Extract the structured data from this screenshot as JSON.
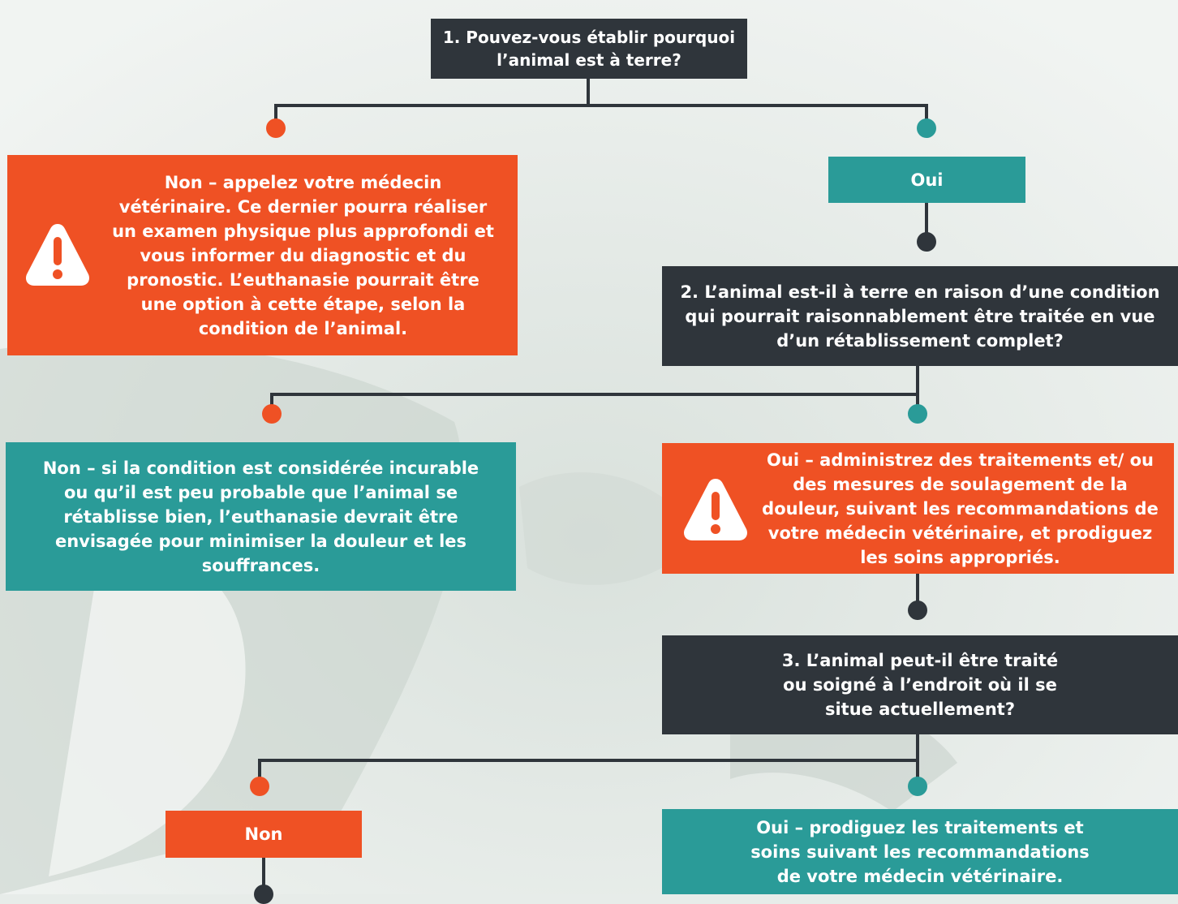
{
  "colors": {
    "dark": "#2f353b",
    "orange": "#ef5124",
    "teal": "#2a9b98",
    "background": "#e7ece9"
  },
  "nodes": {
    "q1": "1. Pouvez-vous établir pourquoi l’animal est à terre?",
    "q1_non": "Non – appelez votre médecin vétérinaire. Ce dernier pourra réaliser un examen physique plus approfondi et vous informer du diagnostic et du pronostic. L’euthanasie pourrait être une option à cette étape, selon la condition de l’animal.",
    "q1_oui": "Oui",
    "q2": "2. L’animal est-il à terre en raison d’une condition qui pourrait raisonnablement être traitée en vue d’un rétablissement complet?",
    "q2_non": "Non – si la condition est considérée incurable ou qu’il est peu probable que l’animal se rétablisse bien, l’euthanasie devrait être envisagée pour minimiser la douleur et les souffrances.",
    "q2_oui": "Oui – administrez des traitements et/ ou des mesures de soulagement de la douleur, suivant les recommandations de votre médecin vétérinaire, et prodiguez les soins appropriés.",
    "q3": "3. L’animal peut-il être traité ou soigné à l’endroit où il se situe actuellement?",
    "q3_non": "Non",
    "q3_oui": "Oui – prodiguez les traitements et soins suivant les recommandations de votre médecin vétérinaire."
  },
  "icons": [
    "warning-icon",
    "warning-icon"
  ]
}
